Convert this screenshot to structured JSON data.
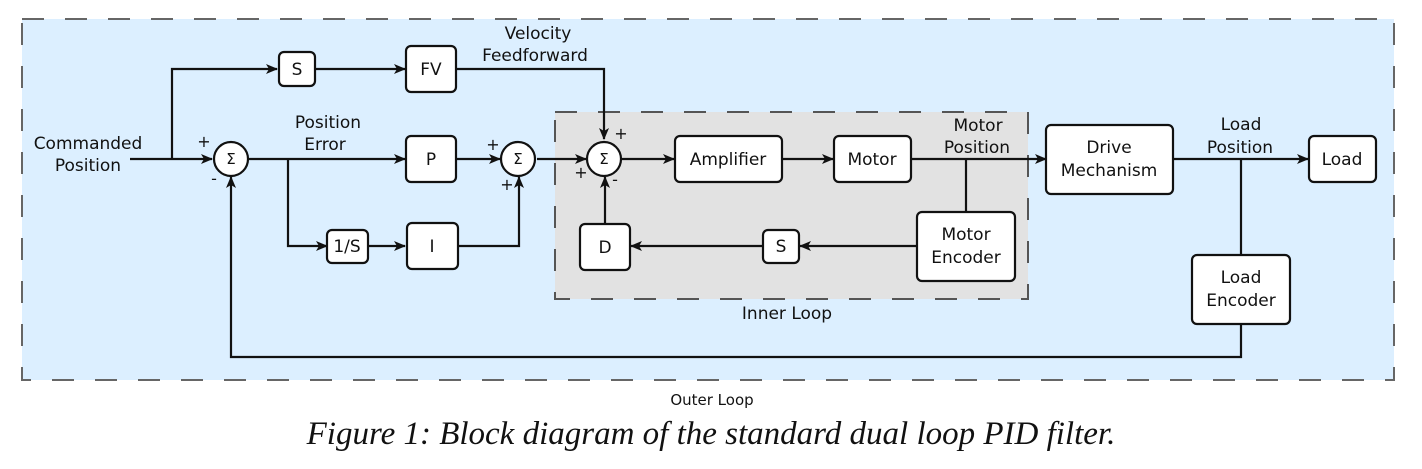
{
  "colors": {
    "outer_loop_fill": "#dcefff",
    "inner_loop_fill": "#e2e2e2",
    "border_dash": "#666666",
    "line": "#111111",
    "block_fill": "#ffffff"
  },
  "regions": {
    "outer_loop": "Outer Loop",
    "inner_loop": "Inner Loop"
  },
  "signals": {
    "commanded_position": [
      "Commanded",
      "Position"
    ],
    "position_error": [
      "Position",
      "Error"
    ],
    "velocity_feedforward": [
      "Velocity",
      "Feedforward"
    ],
    "motor_position": [
      "Motor",
      "Position"
    ],
    "load_position": [
      "Load",
      "Position"
    ]
  },
  "blocks": {
    "s_feedforward": "S",
    "fv": "FV",
    "p": "P",
    "integrator": "1/S",
    "i": "I",
    "amplifier": "Amplifier",
    "motor": "Motor",
    "d": "D",
    "s_inner": "S",
    "motor_encoder": [
      "Motor",
      "Encoder"
    ],
    "drive_mechanism": [
      "Drive",
      "Mechanism"
    ],
    "load": "Load",
    "load_encoder": [
      "Load",
      "Encoder"
    ]
  },
  "summing_junctions": {
    "symbol": "Σ",
    "sum1_signs": {
      "top_left": "+",
      "bottom_left": "-"
    },
    "sum2_signs": {
      "top_left": "+",
      "bottom_left": "+"
    },
    "sum3_signs": {
      "top_right": "+",
      "bottom_left": "+",
      "bottom_right": "-"
    }
  },
  "caption": "Figure 1: Block diagram of the standard dual loop PID filter."
}
